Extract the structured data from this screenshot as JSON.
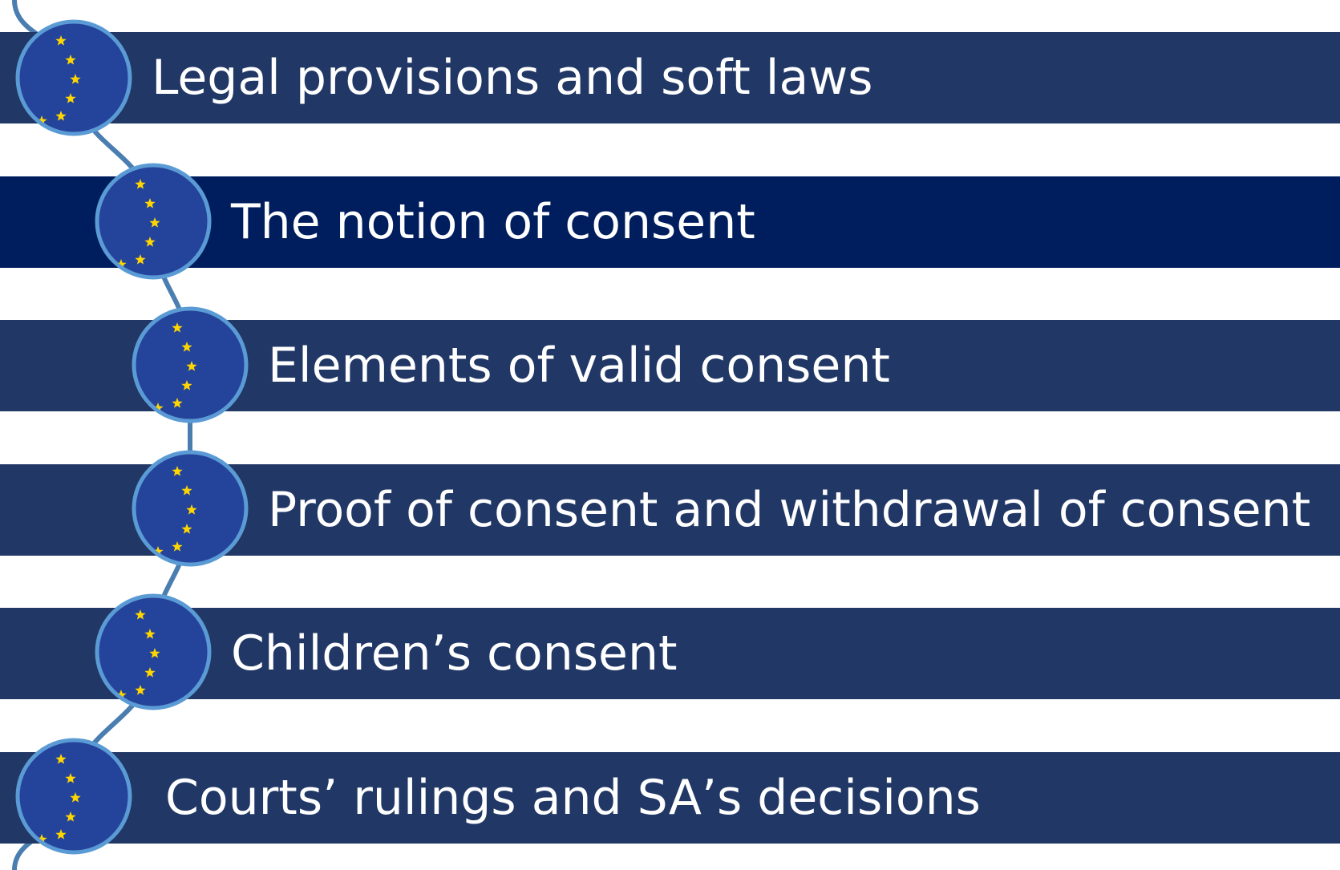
{
  "diagram": {
    "colors": {
      "bar": "#213765",
      "bar_highlight": "#001E5E",
      "connector": "#4A7EB0",
      "node_fill": "#24449B",
      "node_ring": "#5B9BD5",
      "star": "#FFD600",
      "label": "#FFFFFF"
    },
    "node_icon": "eu-flag-stars-icon",
    "highlighted_index": 1,
    "items": [
      {
        "label": "Legal provisions and soft laws"
      },
      {
        "label": "The notion of consent"
      },
      {
        "label": "Elements of valid consent"
      },
      {
        "label": "Proof of consent and withdrawal of consent"
      },
      {
        "label": "Children’s consent"
      },
      {
        "label": "Courts’ rulings and SA’s decisions"
      }
    ]
  }
}
